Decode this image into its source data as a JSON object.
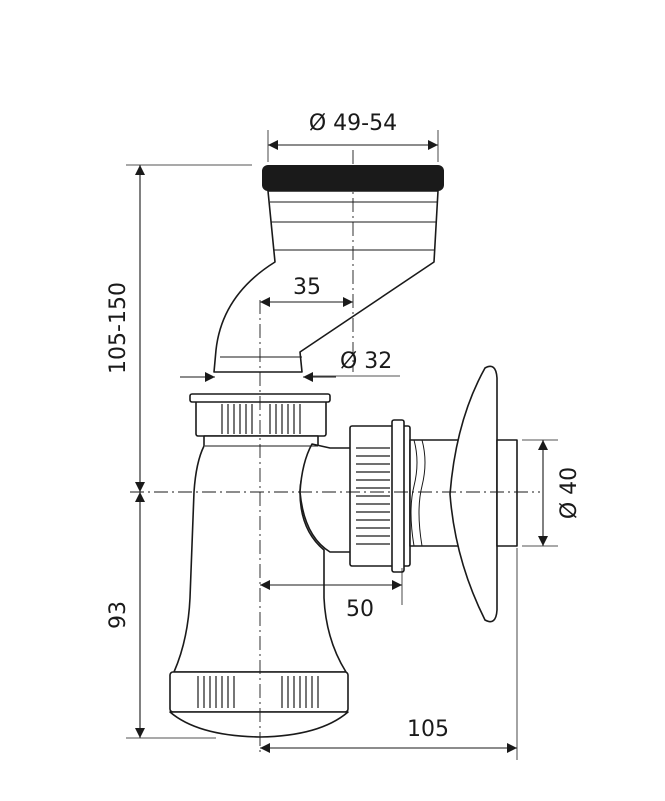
{
  "dimensions": {
    "top_diameter": "Ø 49-54",
    "height_upper": "105-150",
    "offset": "35",
    "inlet_diameter": "Ø 32",
    "outlet_diameter": "Ø 40",
    "outlet_reach": "50",
    "height_lower": "93",
    "total_reach": "105"
  },
  "colors": {
    "line": "#1a1a1a",
    "gasket": "#1a1a1a",
    "background": "#ffffff"
  }
}
